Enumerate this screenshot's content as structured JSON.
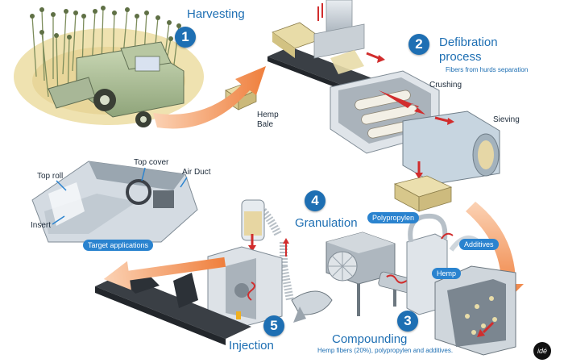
{
  "steps": {
    "harvesting": {
      "number": "1",
      "title": "Harvesting"
    },
    "defibration": {
      "number": "2",
      "title_line1": "Defibration",
      "title_line2": "process",
      "subtitle": "Fibers from hurds separation"
    },
    "granulation": {
      "number": "4",
      "title": "Granulation"
    },
    "compounding": {
      "number": "3",
      "title": "Compounding",
      "subtitle": "Hemp fibers (20%), polypropylen and additives."
    },
    "injection": {
      "number": "5",
      "title": "Injection"
    }
  },
  "labels": {
    "hemp_bale_line1": "Hemp",
    "hemp_bale_line2": "Bale",
    "crushing": "Crushing",
    "sieving": "Sieving",
    "top_cover": "Top cover",
    "top_roll": "Top roll",
    "air_duct": "Air Duct",
    "insert": "Insert"
  },
  "tags": {
    "polypropylen": "Polypropylen",
    "additives": "Additives",
    "hemp": "Hemp",
    "target_applications": "Target applications"
  },
  "logo": "idé",
  "colors": {
    "accent_blue": "#1e6fb3",
    "flow_arrow": "#f08a4b",
    "tag_blue": "#2a83cf"
  }
}
